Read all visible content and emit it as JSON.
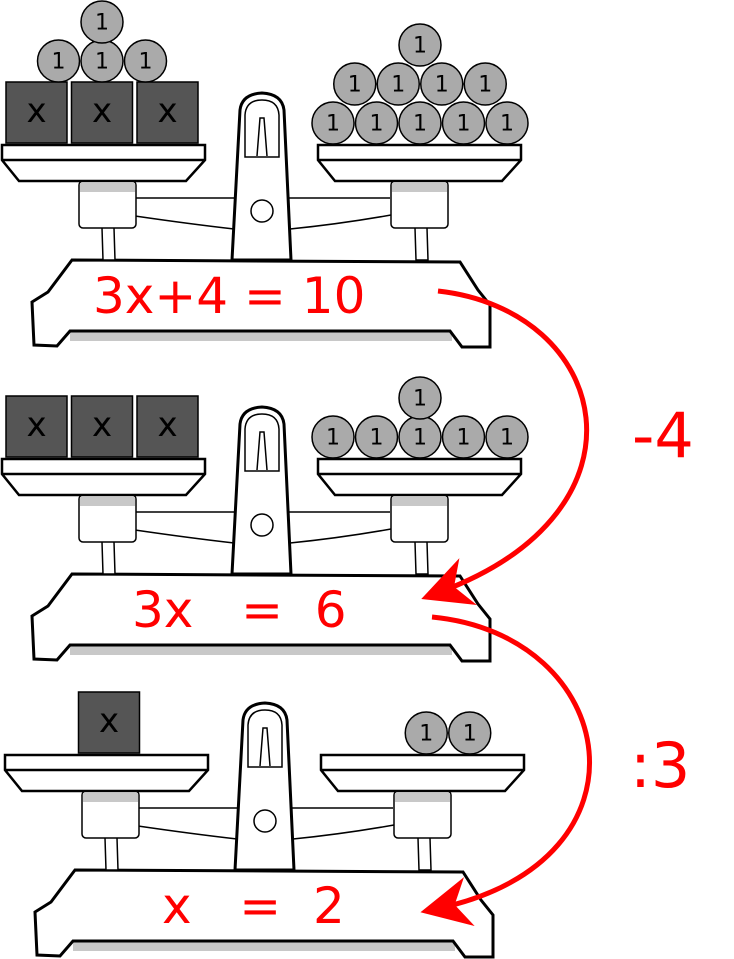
{
  "colors": {
    "accent": "#ff0000",
    "box": "#555555",
    "coin": "#aaaaaa"
  },
  "box_label": "x",
  "coin_label": "1",
  "scales": [
    {
      "equation": "3x+4 = 10",
      "left": {
        "boxes": 3,
        "coins": 4
      },
      "right": {
        "boxes": 0,
        "coins": 10
      }
    },
    {
      "equation": "3x   =  6",
      "left": {
        "boxes": 3,
        "coins": 0
      },
      "right": {
        "boxes": 0,
        "coins": 6
      }
    },
    {
      "equation": "x   =  2",
      "left": {
        "boxes": 1,
        "coins": 0
      },
      "right": {
        "boxes": 0,
        "coins": 2
      }
    }
  ],
  "operations": [
    {
      "label": "-4"
    },
    {
      "label": ":3"
    }
  ]
}
